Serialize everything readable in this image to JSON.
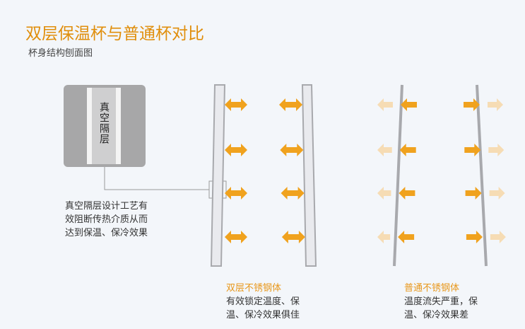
{
  "title": "双层保温杯与普通杯对比",
  "subtitle": "杯身结构刨面图",
  "vacuum_label": "真空隔层",
  "description": "真空隔层设计工艺有效阻断传热介质从而达到保温、保冷效果",
  "double": {
    "heading": "双层不锈钢体",
    "text": "有效锁定温度、保温、保冷效果俱佳"
  },
  "single": {
    "heading": "普通不锈钢体",
    "text": "温度流失严重，保温、保冷效果差"
  },
  "colors": {
    "accent": "#f0a21e",
    "faded": "#f6dcb4",
    "wall": "#a8a9ad"
  }
}
